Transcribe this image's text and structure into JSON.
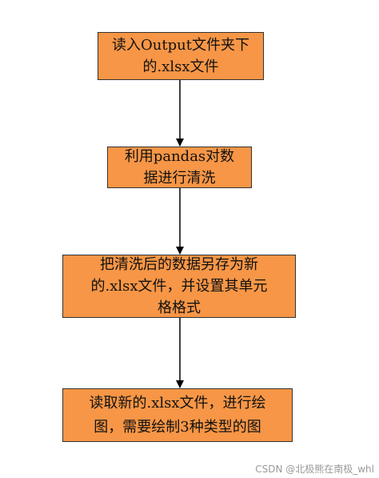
{
  "nodes": [
    {
      "id": "n1",
      "lines": [
        "读入Output文件夹下",
        "的.xlsx文件"
      ]
    },
    {
      "id": "n2",
      "lines": [
        "利用pandas对数",
        "据进行清洗"
      ]
    },
    {
      "id": "n3",
      "lines": [
        "把清洗后的数据另存为新",
        "的.xlsx文件，并设置其单元",
        "格格式"
      ]
    },
    {
      "id": "n4",
      "lines": [
        "读取新的.xlsx文件，进行绘",
        "图，需要绘制3种类型的图"
      ]
    }
  ],
  "edges": [
    {
      "from": "n1",
      "to": "n2"
    },
    {
      "from": "n2",
      "to": "n3"
    },
    {
      "from": "n3",
      "to": "n4"
    }
  ],
  "colors": {
    "box_fill": "#f79646",
    "box_border": "#333333",
    "arrow": "#000000"
  },
  "watermark": "CSDN @北极熊在南极_whl"
}
